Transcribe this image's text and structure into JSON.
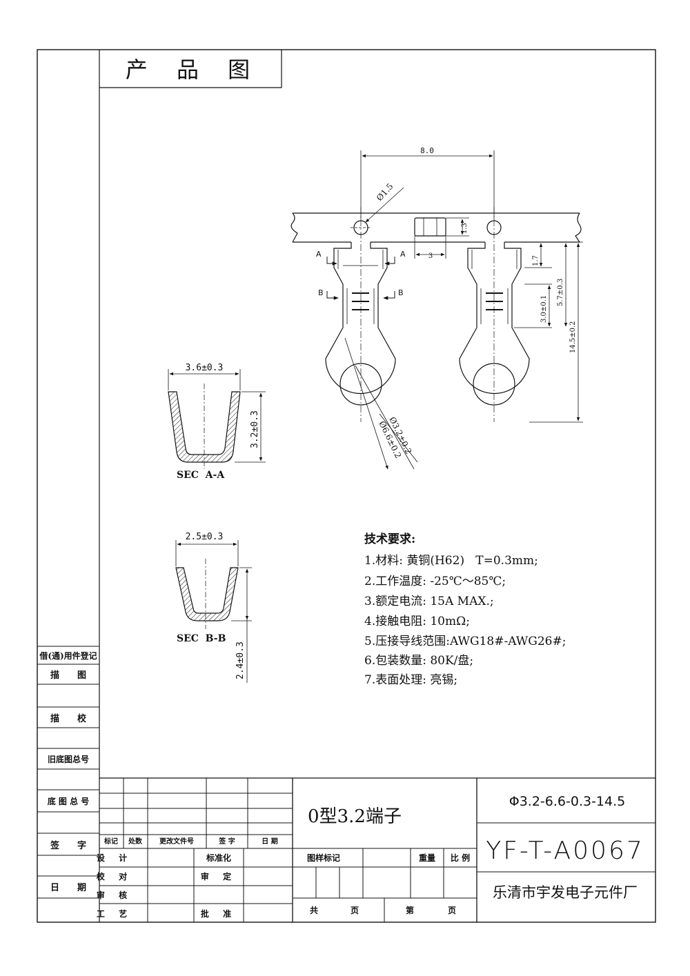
{
  "title": "产 品 图",
  "dims": {
    "pitch": "8.0",
    "hole": "Ø1.5",
    "h13": "1.3",
    "w3": "3",
    "h17": "1.7",
    "h30": "3.0±0.1",
    "h57": "5.7±0.3",
    "h145": "14.5±0.2",
    "ring_inner": "Ø3.2±0.2",
    "ring_outer": "Ø6.6±0.2",
    "sec_aa_w": "3.6±0.3",
    "sec_aa_h": "3.2±0.3",
    "sec_bb_w": "2.5±0.3",
    "sec_bb_h": "2.4±0.3"
  },
  "markers": {
    "a": "A",
    "b": "B"
  },
  "sections": {
    "aa": "SEC  A-A",
    "bb": "SEC  B-B"
  },
  "requirements": {
    "heading": "技术要求:",
    "items": [
      "1.材料: 黄铜(H62)   T=0.3mm;",
      "2.工作温度: -25℃～85℃;",
      "3.额定电流: 15A MAX.;",
      "4.接触电阻: 10mΩ;",
      "5.压接导线范围:AWG18#-AWG26#;",
      "6.包装数量: 80K/盘;",
      "7.表面处理: 亮锡;"
    ]
  },
  "left_column": {
    "register": "借(通)用件登记",
    "trace": "描　　图",
    "check": "描　　校",
    "old_no": "旧底图总号",
    "base_no": "底 图 总 号",
    "sign": "签　　字",
    "date": "日　　期"
  },
  "titleblock": {
    "header": [
      "标记",
      "处数",
      "更改文件号",
      "签 字",
      "日 期"
    ],
    "roles_left": [
      "设 计",
      "校 对",
      "审 核",
      "工 艺"
    ],
    "roles_right": [
      "标准化",
      "审 定",
      "批 准"
    ],
    "sample_mark": "图样标记",
    "weight": "重量",
    "scale": "比 例",
    "total_pages": "共",
    "page_label": "页",
    "sheet": "第",
    "sheet_page": "页",
    "product_name": "0型3.2端子",
    "spec": "Φ3.2-6.6-0.3-14.5",
    "drawing_no": "YF-T-A0067",
    "company": "乐清市宇发电子元件厂"
  }
}
